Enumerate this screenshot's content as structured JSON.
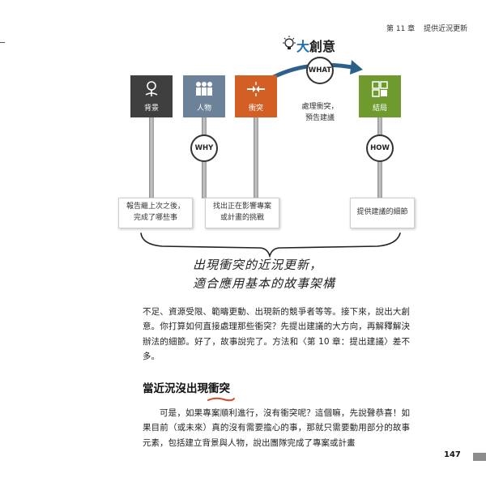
{
  "header": {
    "chapter": "第 11 章",
    "title": "提供近況更新"
  },
  "diagram": {
    "big_idea_prefix": "大",
    "big_idea_rest": "創意",
    "what_label": "WHAT",
    "why_label": "WHY",
    "how_label": "HOW",
    "signs": [
      {
        "label": "背景",
        "color": "#3f3f3f",
        "icon": "compass-icon"
      },
      {
        "label": "人物",
        "color": "#6b8299",
        "icon": "people-icon"
      },
      {
        "label": "衝突",
        "color": "#d35f25",
        "icon": "arrows-collide-icon"
      },
      {
        "label": "結局",
        "color": "#6f9a2e",
        "icon": "puzzle-icon"
      }
    ],
    "what_note": [
      "處理衝突，",
      "預告建議"
    ],
    "notes": [
      {
        "lines": [
          "報告繼上次之後，",
          "完成了哪些事"
        ]
      },
      {
        "lines": [
          "找出正在影響專案",
          "或計畫的挑戰"
        ]
      },
      {
        "lines": [
          "提供建議的細節"
        ]
      }
    ],
    "handwritten": [
      "出現衝突的近況更新，",
      "適合應用基本的故事架構"
    ]
  },
  "body": {
    "para1": "不足、資源受限、範疇更動、出現新的競爭者等等。接下來，說出大創意。你打算如何直接處理那些衝突？先提出建議的大方向，再解釋解決辦法的細節。好了，故事說完了。方法和〈第 10 章：提出建議〉差不多。",
    "section_title": "當近況沒出現衝突",
    "para2": "可是，如果專案順利進行，沒有衝突呢？這個嘛，先說聲恭喜！如果目前（或未來）真的沒有需要擔心的事，那就只需要動用部分的故事元素，包括建立背景與人物，說出團隊完成了專案或計畫"
  },
  "page_number": "147"
}
